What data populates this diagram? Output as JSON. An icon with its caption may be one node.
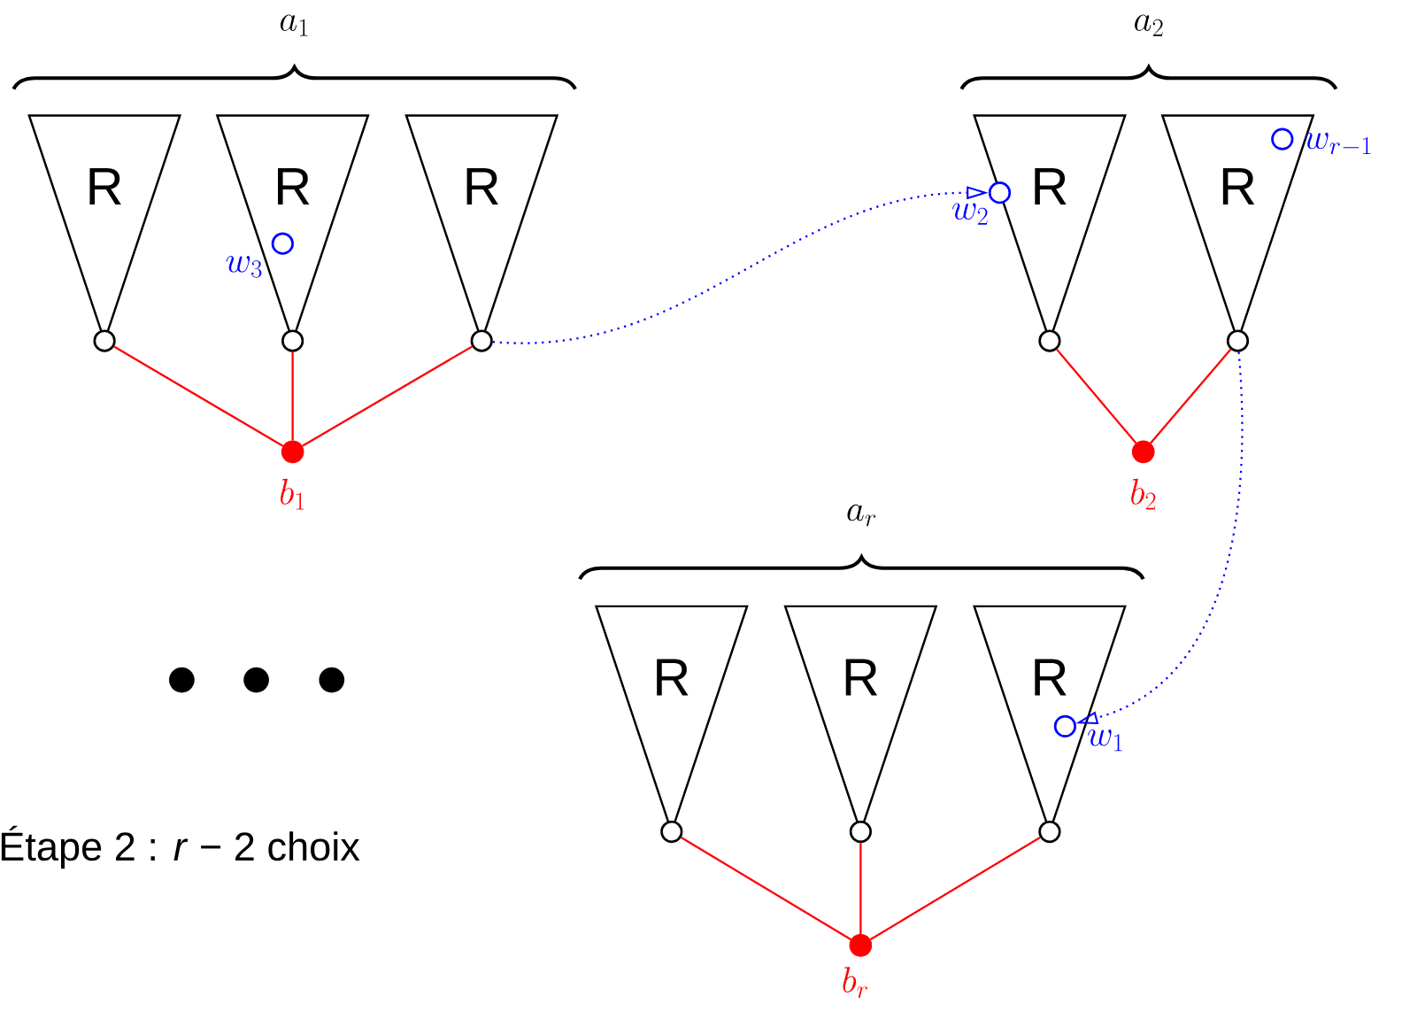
{
  "diagram": {
    "nodes": [
      {
        "text": [
          "R"
        ]
      },
      {
        "text": [
          "R"
        ]
      },
      {
        "text": [
          "R"
        ]
      },
      {
        "text": [
          "R"
        ]
      },
      {
        "text": [
          "R"
        ]
      },
      {
        "text": [
          "R"
        ]
      },
      {
        "text": [
          "R"
        ]
      },
      {
        "text": [
          "R"
        ]
      },
      {
        "text": [],
        "shape": "circle"
      },
      {
        "text": [],
        "shape": "circle"
      },
      {
        "text": [],
        "shape": "circle"
      },
      {
        "text": [],
        "shape": "circle"
      },
      {
        "text": [],
        "shape": "circle"
      },
      {
        "text": [],
        "shape": "circle"
      },
      {
        "text": [],
        "shape": "circle"
      },
      {
        "text": [],
        "shape": "circle"
      },
      {
        "text": [],
        "shape": "circle",
        "beside": [
          "b_1"
        ]
      },
      {
        "text": [],
        "shape": "circle",
        "beside": [
          "b_2"
        ]
      },
      {
        "text": [],
        "shape": "circle",
        "beside": [
          "b_r"
        ]
      },
      {
        "text": [],
        "shape": "circle",
        "beside": [
          "w_3"
        ],
        "in": 1
      },
      {
        "text": [],
        "shape": "circle",
        "beside": [
          "w_2"
        ]
      },
      {
        "text": [],
        "shape": "circle",
        "beside": [
          "w_{r-1}"
        ],
        "in": 4
      },
      {
        "text": [],
        "shape": "circle",
        "beside": [
          "w_1"
        ],
        "in": 7
      }
    ],
    "edges": [
      {
        "from": 8,
        "to": 16,
        "arrow": "none"
      },
      {
        "from": 9,
        "to": 16,
        "arrow": "none"
      },
      {
        "from": 10,
        "to": 16,
        "arrow": "none"
      },
      {
        "from": 11,
        "to": 17,
        "arrow": "none"
      },
      {
        "from": 12,
        "to": 17,
        "arrow": "none"
      },
      {
        "from": 13,
        "to": 18,
        "arrow": "none"
      },
      {
        "from": 14,
        "to": 18,
        "arrow": "none"
      },
      {
        "from": 15,
        "to": 18,
        "arrow": "none"
      },
      {
        "from": 10,
        "to": 20,
        "arrow": "to",
        "style": "dashed",
        "color": "#0000ff"
      },
      {
        "from": 12,
        "to": 22,
        "arrow": "to",
        "style": "dashed",
        "color": "#0000ff"
      }
    ],
    "labels": [
      "a_1",
      "a_2",
      "a_r",
      "Étape 2 : *r* − 2 choix"
    ]
  }
}
